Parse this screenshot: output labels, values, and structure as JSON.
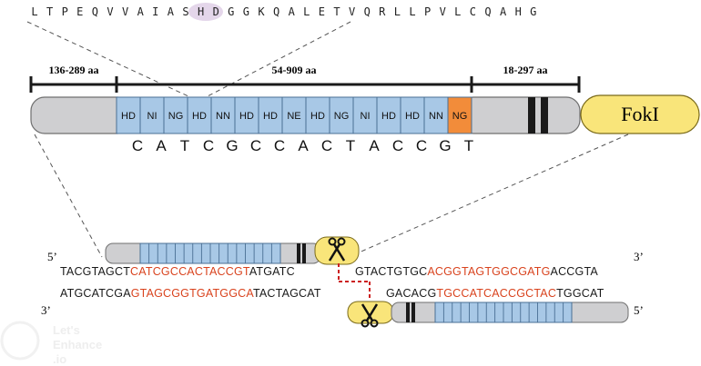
{
  "peptide": {
    "residues": [
      "L",
      "T",
      "P",
      "E",
      "Q",
      "V",
      "V",
      "A",
      "I",
      "A",
      "S",
      "H",
      "D",
      "G",
      "G",
      "K",
      "Q",
      "A",
      "L",
      "E",
      "T",
      "V",
      "Q",
      "R",
      "L",
      "L",
      "P",
      "V",
      "L",
      "C",
      "Q",
      "A",
      "H",
      "G"
    ],
    "highlight_color": "#e4d6ea"
  },
  "segments": {
    "n_term_label": "136-289 aa",
    "repeat_label": "54-909 aa",
    "c_term_label": "18-297 aa"
  },
  "rvds": [
    "HD",
    "NI",
    "NG",
    "HD",
    "NN",
    "HD",
    "HD",
    "NE",
    "HD",
    "NG",
    "NI",
    "HD",
    "HD",
    "NN",
    "NG"
  ],
  "target_bases": [
    "C",
    "A",
    "T",
    "C",
    "G",
    "C",
    "C",
    "A",
    "C",
    "T",
    "A",
    "C",
    "C",
    "G",
    "T"
  ],
  "nuclease_label": "FokI",
  "dna": {
    "top_strand": {
      "prefix": "TACGTAGCT",
      "left_site": "CATCGCCACTACCGT",
      "spacer_left": "ATGATC",
      "spacer_right": "GTACTGTGC",
      "right_site": "ACGGTAGTGGCGATG",
      "suffix": "ACCGTA"
    },
    "bottom_strand": {
      "prefix": "ATGCATCGA",
      "left_site": "GTAGCGGTGATGGCA",
      "spacer_left": "TACTAGCAT",
      "spacer_right": "GACACG",
      "right_site": "TGCCATCACCGCTAC",
      "suffix": "TGGCAT"
    },
    "end_top_left": "5’",
    "end_top_right": "3’",
    "end_bottom_left": "3’",
    "end_bottom_right": "5’"
  },
  "watermark": {
    "line1": "Let's",
    "line2": "Enhance",
    "line3": ".io"
  },
  "colors": {
    "repeat_blue": "#a8c8e6",
    "last_repeat_orange": "#f28c3a",
    "domain_gray": "#cfcfd1",
    "fok_yellow": "#f9e57a",
    "site_red": "#d9431e",
    "cut_red": "#cc1f1f",
    "text_black": "#1a1a1a"
  }
}
